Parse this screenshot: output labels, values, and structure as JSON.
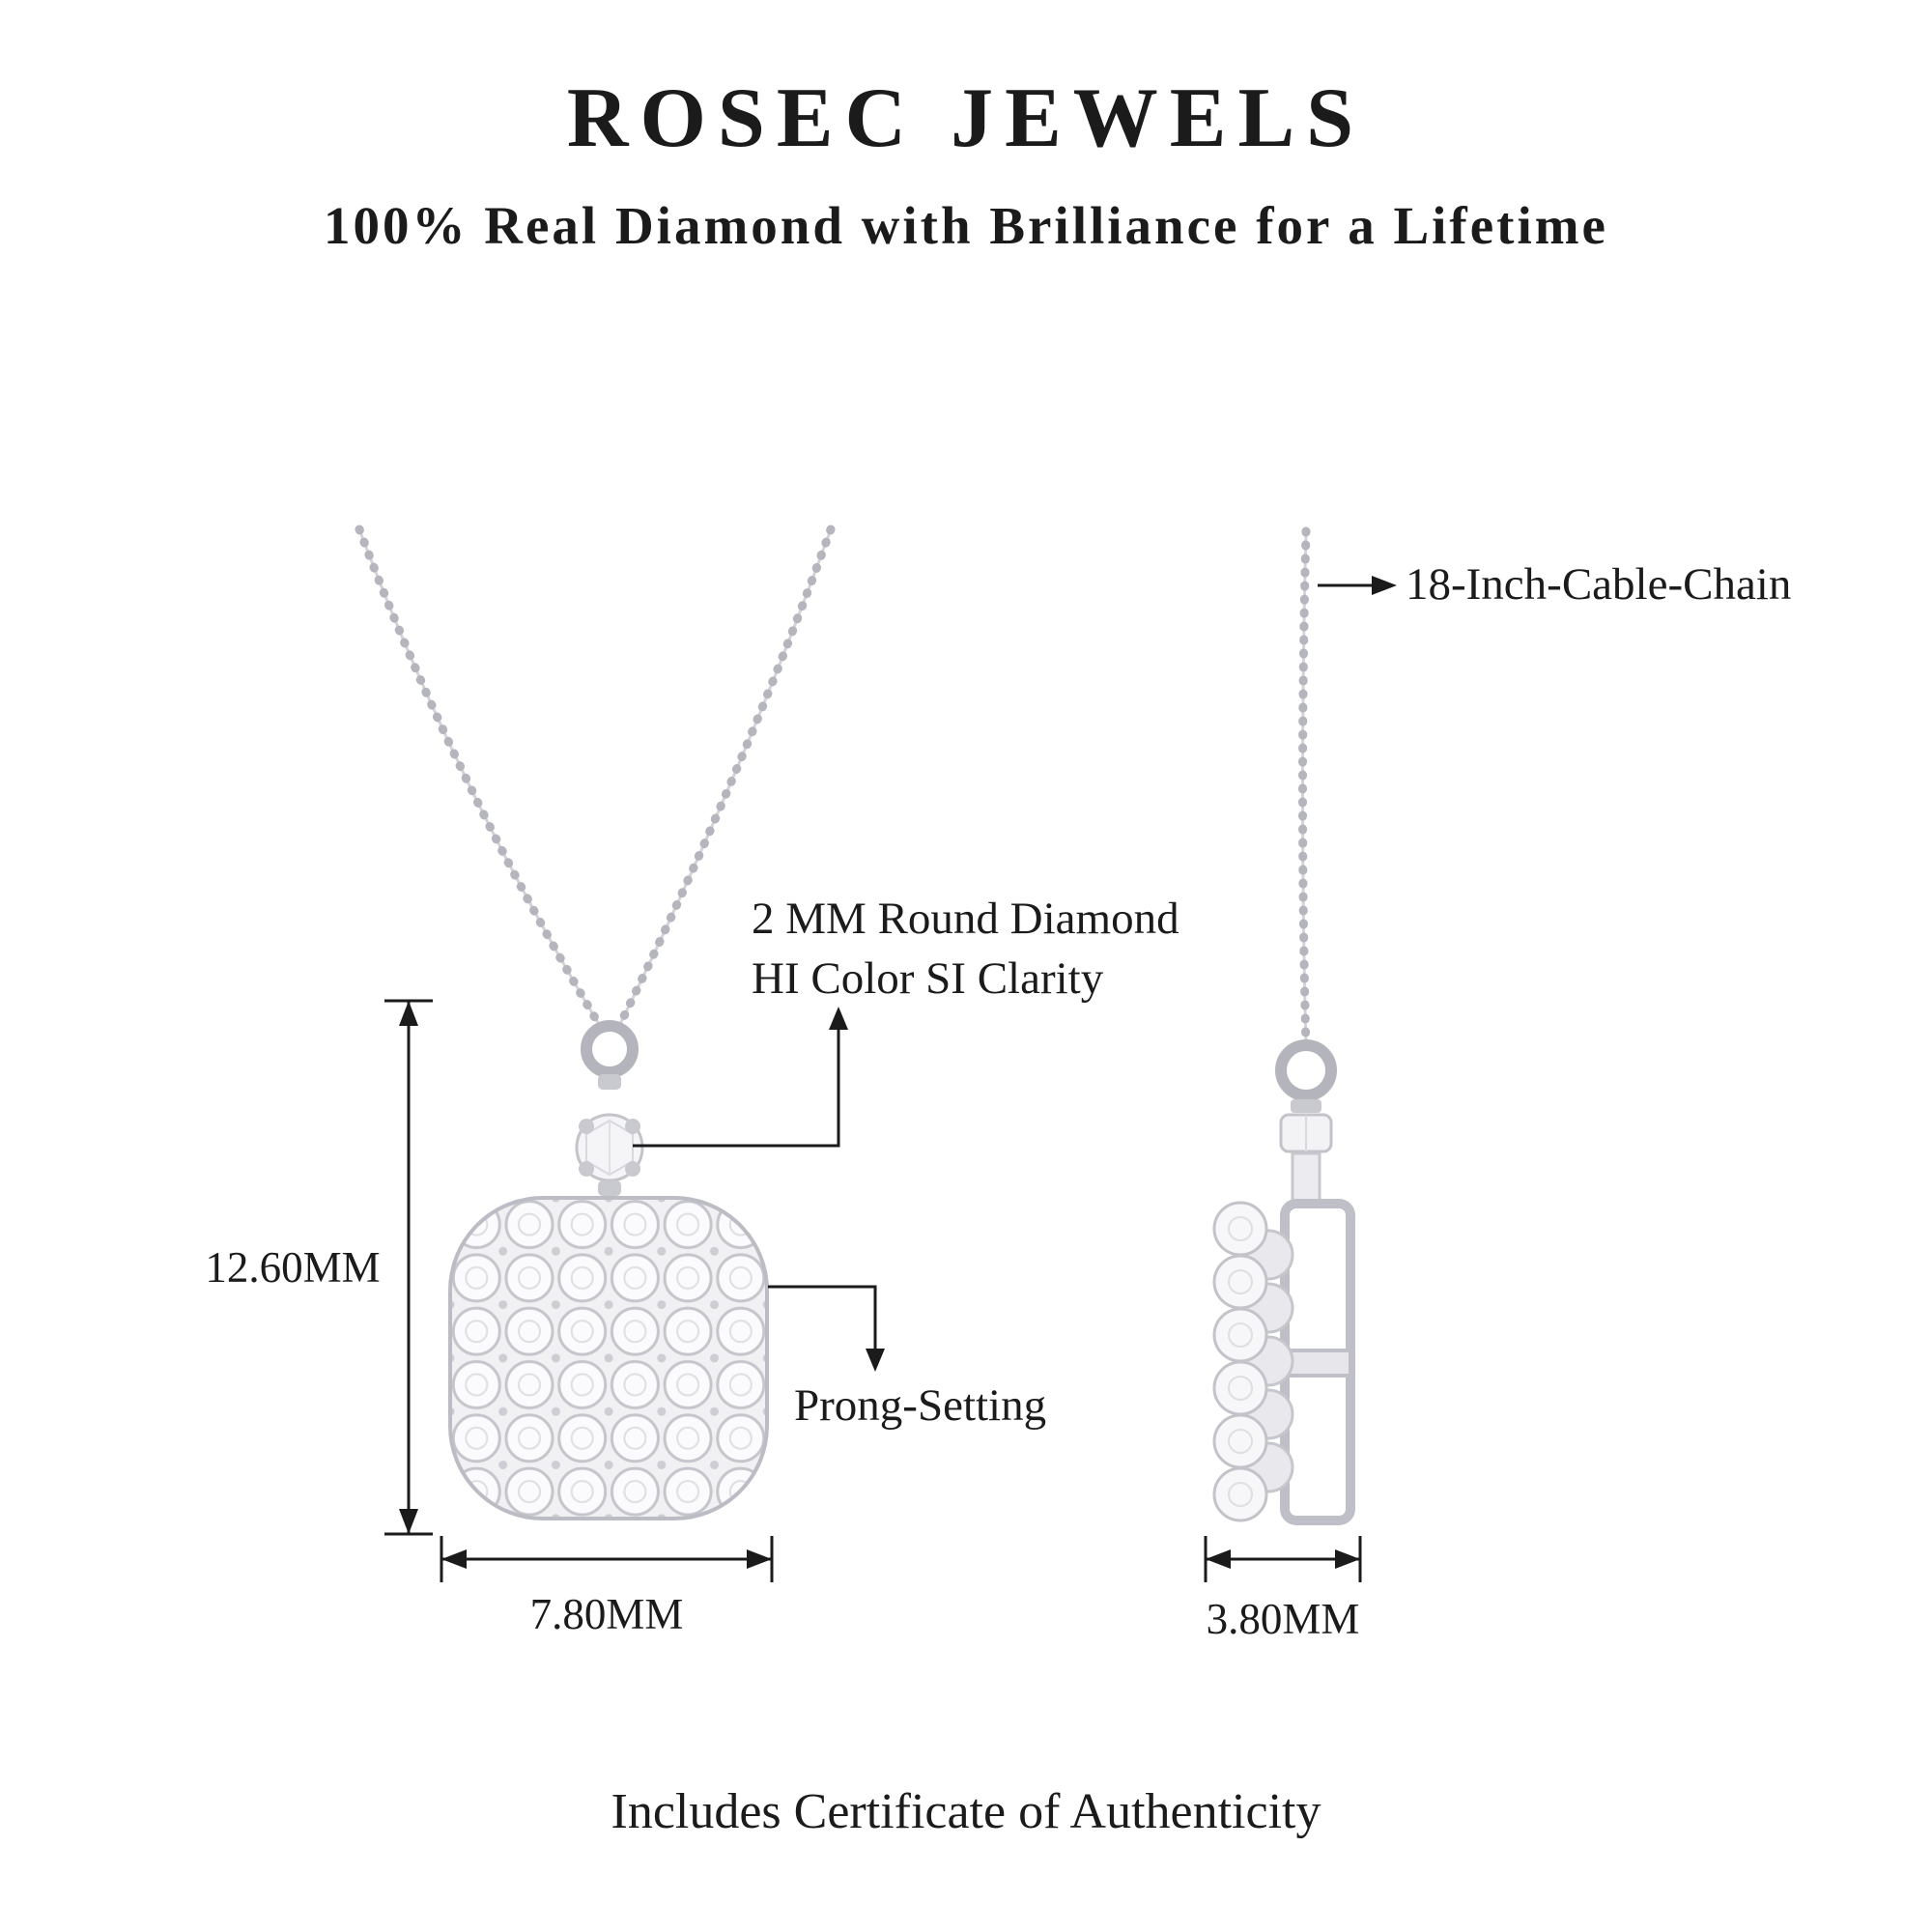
{
  "header": {
    "brand": "ROSEC JEWELS",
    "tagline": "100% Real Diamond with Brilliance for a Lifetime"
  },
  "annotations": {
    "chain": "18-Inch-Cable-Chain",
    "diamond_line1": "2 MM Round Diamond",
    "diamond_line2": "HI Color SI Clarity",
    "prong": "Prong-Setting"
  },
  "dimensions": {
    "height": "12.60MM",
    "width": "7.80MM",
    "depth": "3.80MM"
  },
  "footer": {
    "note": "Includes Certificate of Authenticity"
  },
  "colors": {
    "text": "#1b1b1b",
    "metal_light": "#f5f5f7",
    "metal_mid": "#c3c3ca",
    "metal_dark": "#b4b4bc"
  }
}
